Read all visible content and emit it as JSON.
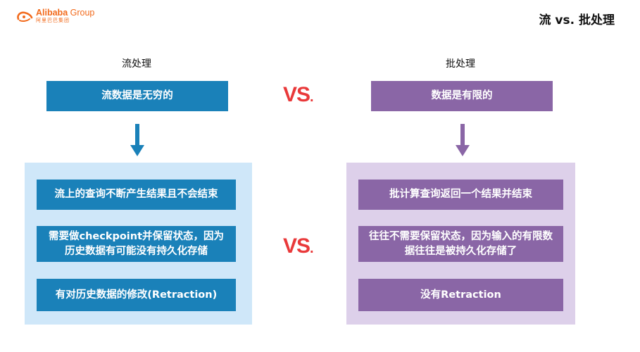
{
  "brand": {
    "name_bold": "Alibaba",
    "name_light": " Group",
    "name_cn": "阿里巴巴集团",
    "color": "#f26a1b"
  },
  "slide": {
    "title": "流 vs. 批处理"
  },
  "vs_label": "VS",
  "vs_dot": ".",
  "stream": {
    "heading": "流处理",
    "top_box": "流数据是无穷的",
    "items": [
      "流上的查询不断产生结果且不会结束",
      "需要做checkpoint并保留状态，因为历史数据有可能没有持久化存储",
      "有对历史数据的修改(Retraction)"
    ],
    "colors": {
      "box": "#1a81b9",
      "panel": "#cfe7f9"
    }
  },
  "batch": {
    "heading": "批处理",
    "top_box": "数据是有限的",
    "items": [
      "批计算查询返回一个结果并结束",
      "往往不需要保留状态，因为输入的有限数据往往是被持久化存储了",
      "没有Retraction"
    ],
    "colors": {
      "box": "#8a66a6",
      "panel": "#ddd0ea"
    }
  },
  "vs_color": "#e9393a"
}
